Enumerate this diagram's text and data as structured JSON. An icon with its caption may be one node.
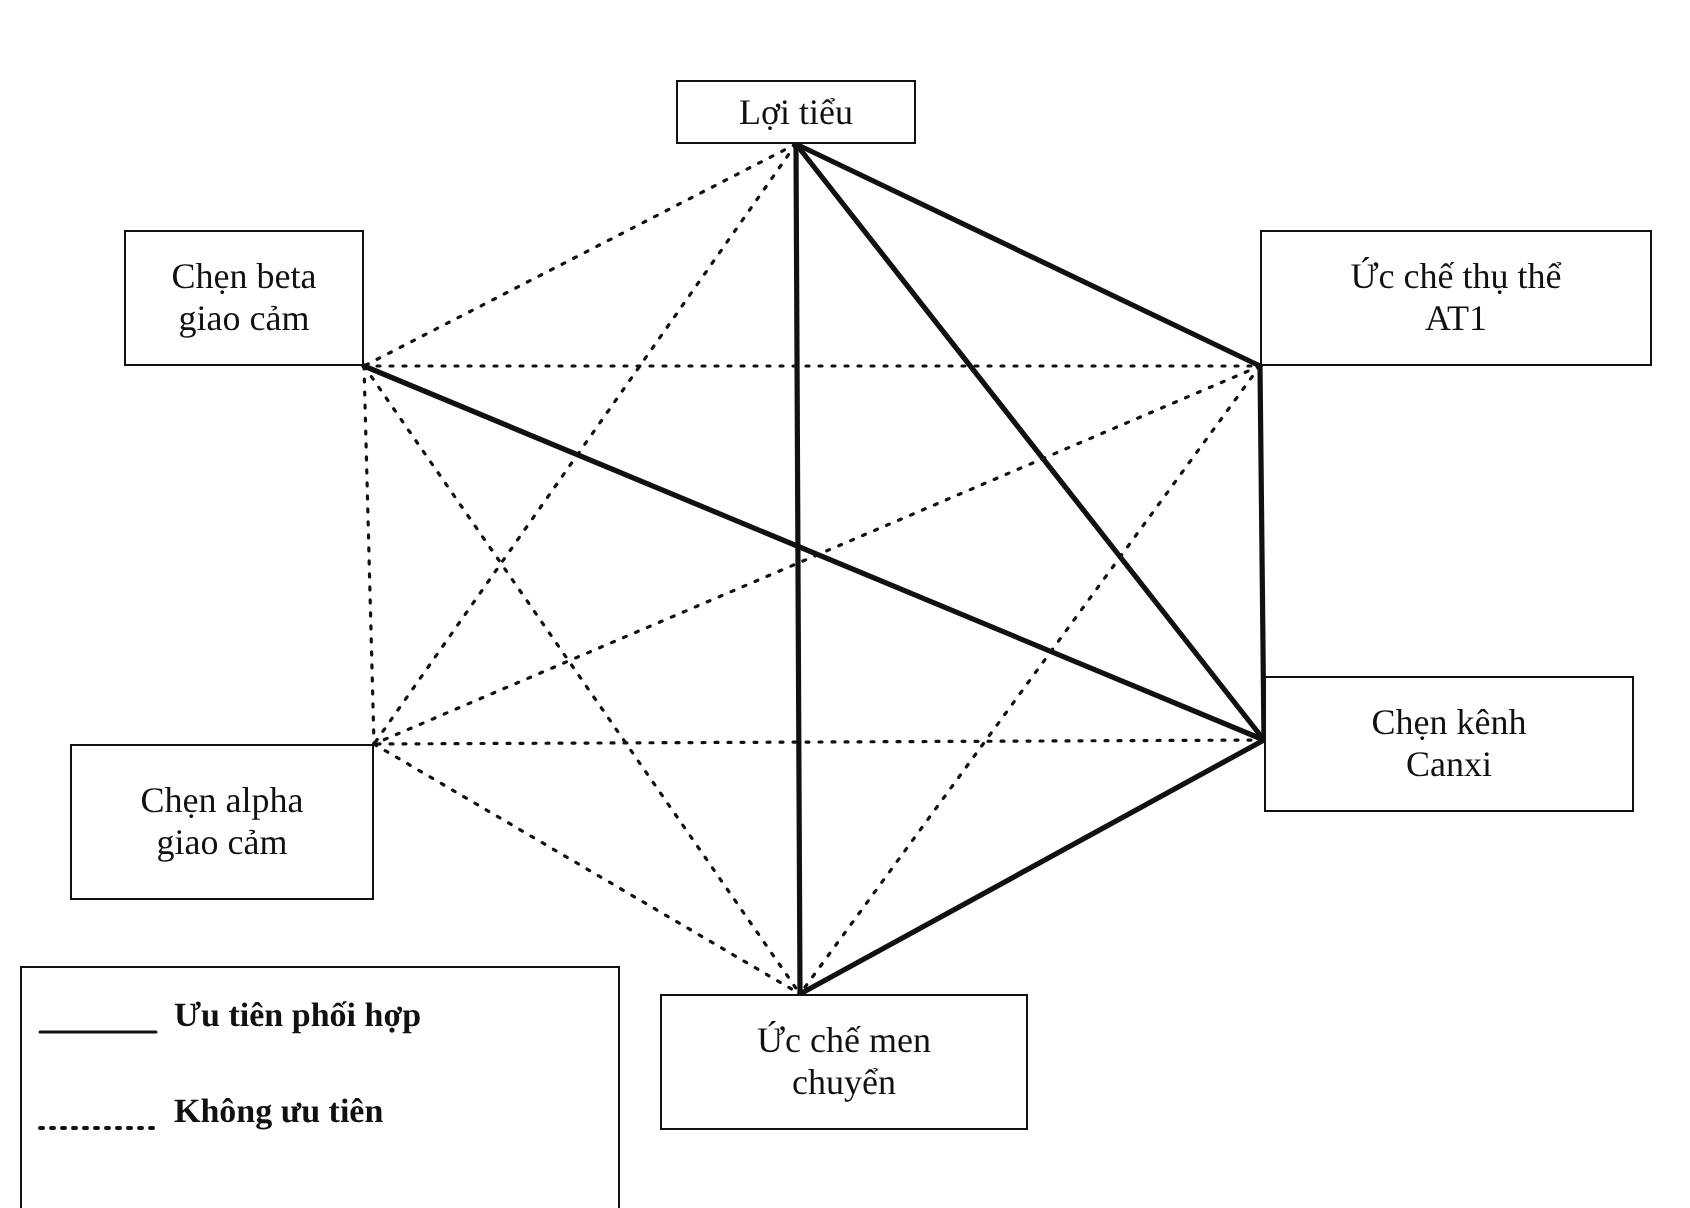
{
  "diagram": {
    "nodes": [
      {
        "text": [
          "Lợi tiểu"
        ]
      },
      {
        "text": [
          "Chẹn beta giao cảm"
        ]
      },
      {
        "text": [
          "Ức chế thụ thể AT1"
        ]
      },
      {
        "text": [
          "Chẹn kênh Canxi"
        ]
      },
      {
        "text": [
          "Chẹn alpha giao cảm"
        ]
      },
      {
        "text": [
          "Ức chế men chuyển"
        ]
      }
    ],
    "edges": [
      {
        "from": 0,
        "to": 1,
        "arrow": "none",
        "style": "dashed"
      },
      {
        "from": 0,
        "to": 2,
        "arrow": "none"
      },
      {
        "from": 0,
        "to": 3,
        "arrow": "none"
      },
      {
        "from": 0,
        "to": 4,
        "arrow": "none",
        "style": "dashed"
      },
      {
        "from": 0,
        "to": 5,
        "arrow": "none"
      },
      {
        "from": 1,
        "to": 2,
        "arrow": "none",
        "style": "dashed"
      },
      {
        "from": 1,
        "to": 3,
        "arrow": "none"
      },
      {
        "from": 1,
        "to": 4,
        "arrow": "none",
        "style": "dashed"
      },
      {
        "from": 1,
        "to": 5,
        "arrow": "none",
        "style": "dashed"
      },
      {
        "from": 2,
        "to": 3,
        "arrow": "none"
      },
      {
        "from": 2,
        "to": 4,
        "arrow": "none",
        "style": "dashed"
      },
      {
        "from": 2,
        "to": 5,
        "arrow": "none",
        "style": "dashed"
      },
      {
        "from": 3,
        "to": 4,
        "arrow": "none",
        "style": "dashed"
      },
      {
        "from": 3,
        "to": 5,
        "arrow": "none"
      },
      {
        "from": 4,
        "to": 5,
        "arrow": "none",
        "style": "dashed"
      }
    ],
    "legend": [
      {
        "text": "Ưu tiên phối hợp"
      },
      {
        "text": "Không ưu tiên"
      }
    ]
  }
}
